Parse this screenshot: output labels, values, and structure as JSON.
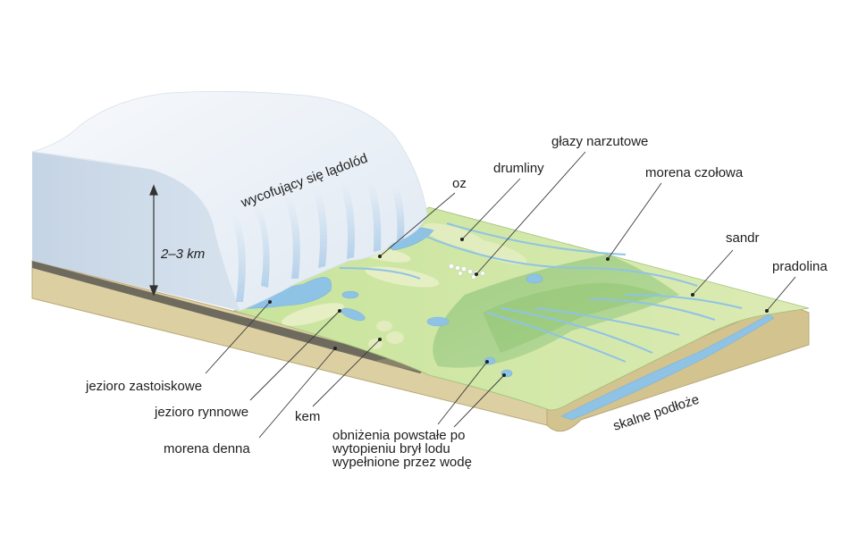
{
  "ice_sheet": {
    "label": "wycofujący się lądolód",
    "thickness": "2–3 km"
  },
  "labels": {
    "oz": "oz",
    "drumliny": "drumliny",
    "glazy": "głazy narzutowe",
    "morena_czolowa": "morena czołowa",
    "sandr": "sandr",
    "pradolina": "pradolina",
    "jezioro_zastoiskowe": "jezioro zastoiskowe",
    "jezioro_rynnowe": "jezioro rynnowe",
    "kem": "kem",
    "morena_denna": "morena denna",
    "obnizenia": [
      "obniżenia powstałe po",
      "wytopieniu brył lodu",
      "wypełnione przez wodę"
    ],
    "skalne_podloze": "skalne podłoże"
  },
  "colors": {
    "ice_top": "#eef2f8",
    "ice_front": "#c9d7e6",
    "water": "#8fc3e6",
    "plain": "#cfe6a6",
    "moraine": "#a9d38b",
    "bedrock": "#d8c99a"
  }
}
